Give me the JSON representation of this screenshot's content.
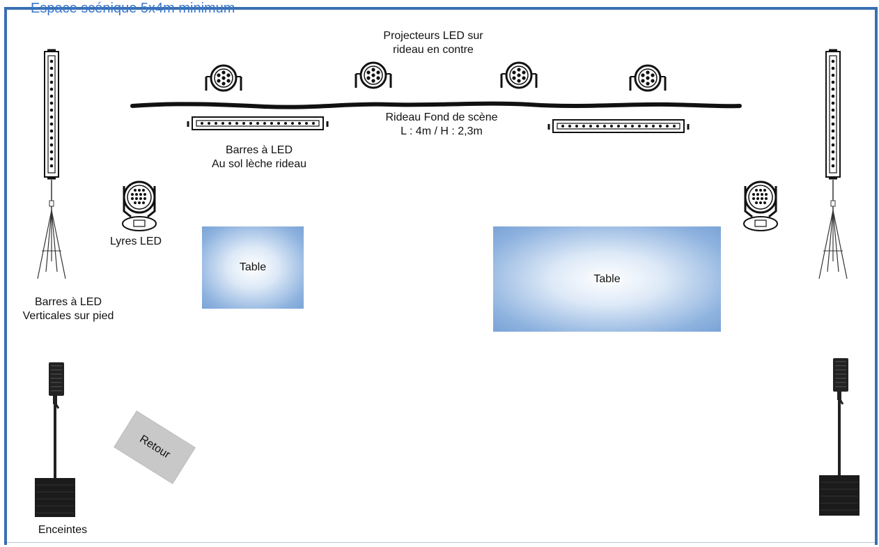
{
  "header": {
    "title": "Espace scénique 5x4m minimum"
  },
  "labels": {
    "projecteurs": [
      "Projecteurs LED sur",
      "rideau en contre"
    ],
    "rideau": [
      "Rideau Fond de scène",
      "L : 4m / H : 2,3m"
    ],
    "barres_sol": [
      "Barres à LED",
      "Au sol lèche rideau"
    ],
    "barres_verticales": [
      "Barres à LED",
      "Verticales sur pied"
    ],
    "lyres": "Lyres LED",
    "enceintes": "Enceintes"
  },
  "tables": {
    "left": "Table",
    "right": "Table"
  },
  "retour": "Retour",
  "colors": {
    "frame": "#3a6fb3",
    "title": "#3a78c9",
    "table_edge": "#7aa3d6",
    "retour": "#c8c8c8"
  }
}
